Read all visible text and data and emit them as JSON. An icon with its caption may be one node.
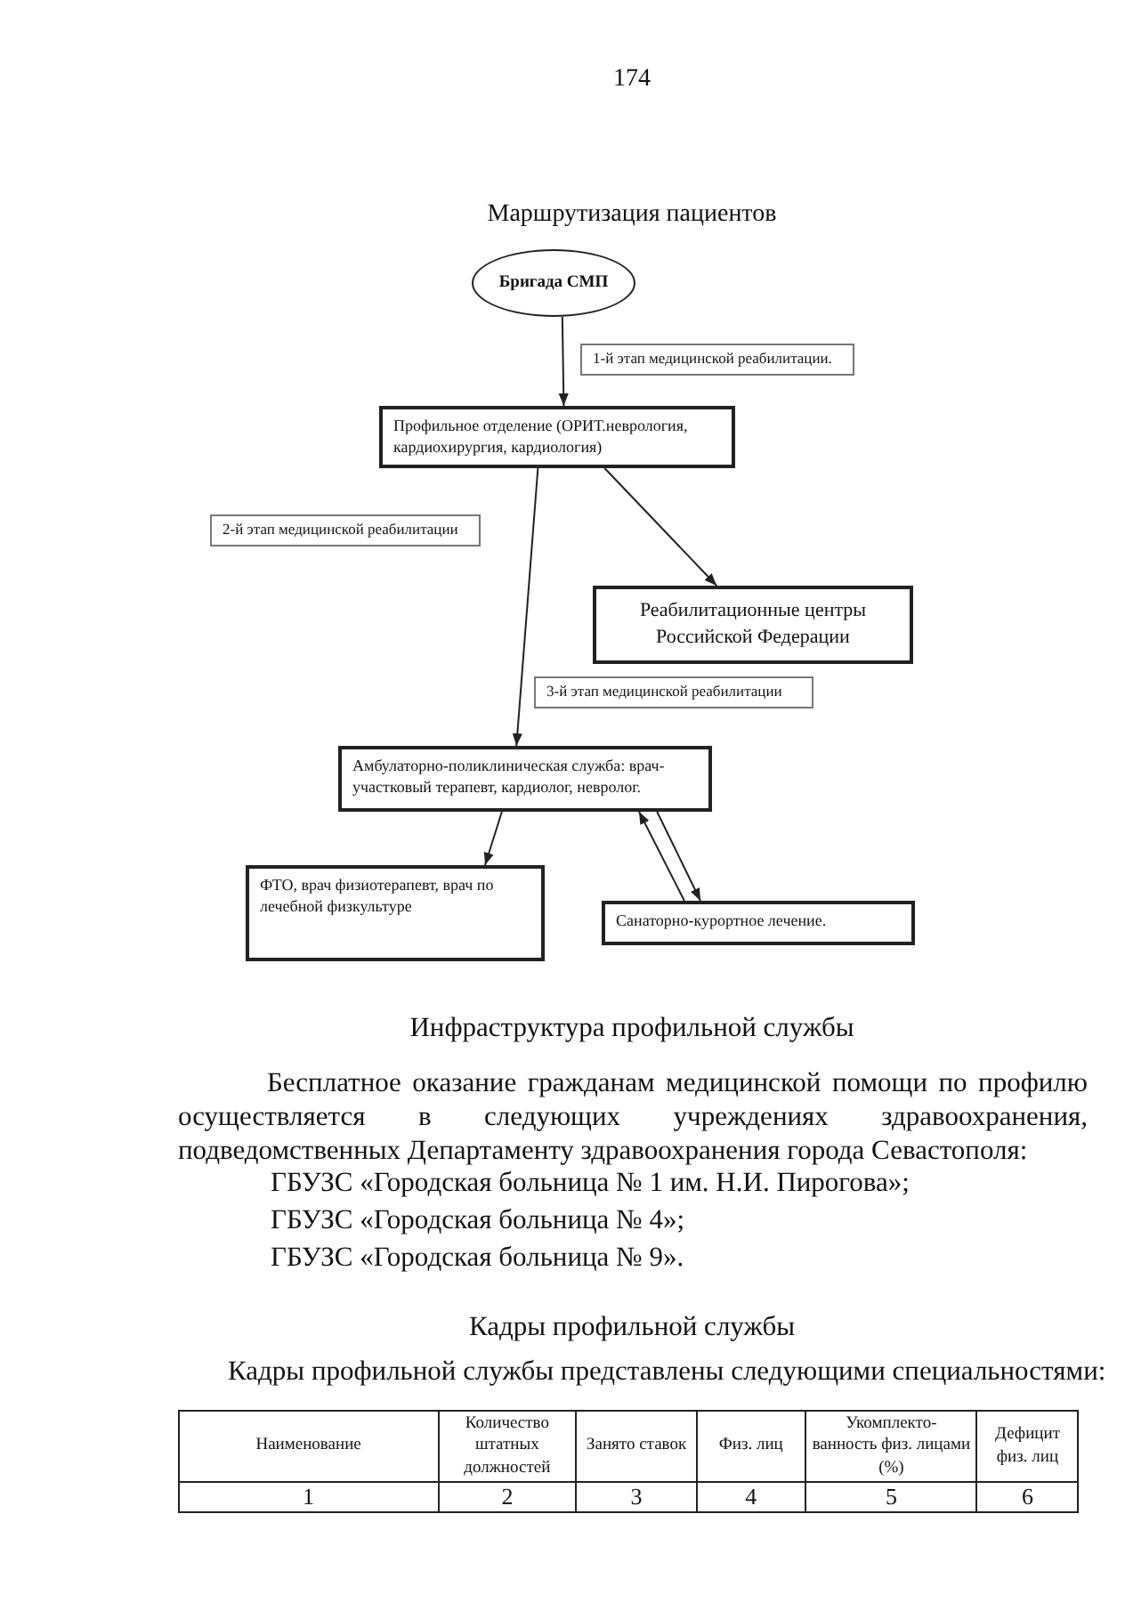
{
  "diagram": {
    "title": "Маршрутизация пациентов",
    "nodes": [
      {
        "text": [
          "Бригада СМП"
        ]
      },
      {
        "text": [
          "1-й этап медицинской реабилитации."
        ]
      },
      {
        "text": [
          "Профильное отделение (ОРИТ.неврология, кардиохирургия, кардиология)"
        ]
      },
      {
        "text": [
          "2-й этап медицинской реабилитации"
        ]
      },
      {
        "text": [
          "Реабилитационные центры Российской Федерации"
        ]
      },
      {
        "text": [
          "3-й этап медицинской реабилитации"
        ]
      },
      {
        "text": [
          "Амбулаторно-поликлиническая служба: врач-участковый терапевт, кардиолог, невролог."
        ]
      },
      {
        "text": [
          "ФТО, врач физиотерапевт, врач по лечебной физкультуре"
        ]
      },
      {
        "text": [
          "Санаторно-курортное лечение."
        ]
      }
    ],
    "edges": [
      {
        "from": 0,
        "to": 2,
        "arrow": "to"
      },
      {
        "from": 2,
        "to": 4,
        "arrow": "to"
      },
      {
        "from": 2,
        "to": 6,
        "arrow": "to"
      },
      {
        "from": 6,
        "to": 7,
        "arrow": "to"
      },
      {
        "from": 8,
        "to": 6,
        "arrow": "to"
      },
      {
        "from": 6,
        "to": 8,
        "arrow": "to"
      }
    ],
    "labels": [
      "174",
      "Инфраструктура профильной службы",
      "Бесплатное оказание гражданам медицинской помощи по профилю осуществляется в следующих учреждениях здравоохранения, подведомственных Департаменту здравоохранения города Севастополя:",
      "ГБУЗС «Городская больница № 1 им. Н.И. Пирогова»;",
      "ГБУЗС «Городская больница № 4»;",
      "ГБУЗС «Городская больница № 9».",
      "Кадры профильной службы",
      "Кадры профильной службы представлены следующими специальностями:",
      "Наименование",
      "Количество штатных должностей",
      "Занято ставок",
      "Физ. лиц",
      "Укомплекто- ванность физ. лицами (%)",
      "Дефицит физ. лиц",
      "1",
      "2",
      "3",
      "4",
      "5",
      "6"
    ]
  }
}
